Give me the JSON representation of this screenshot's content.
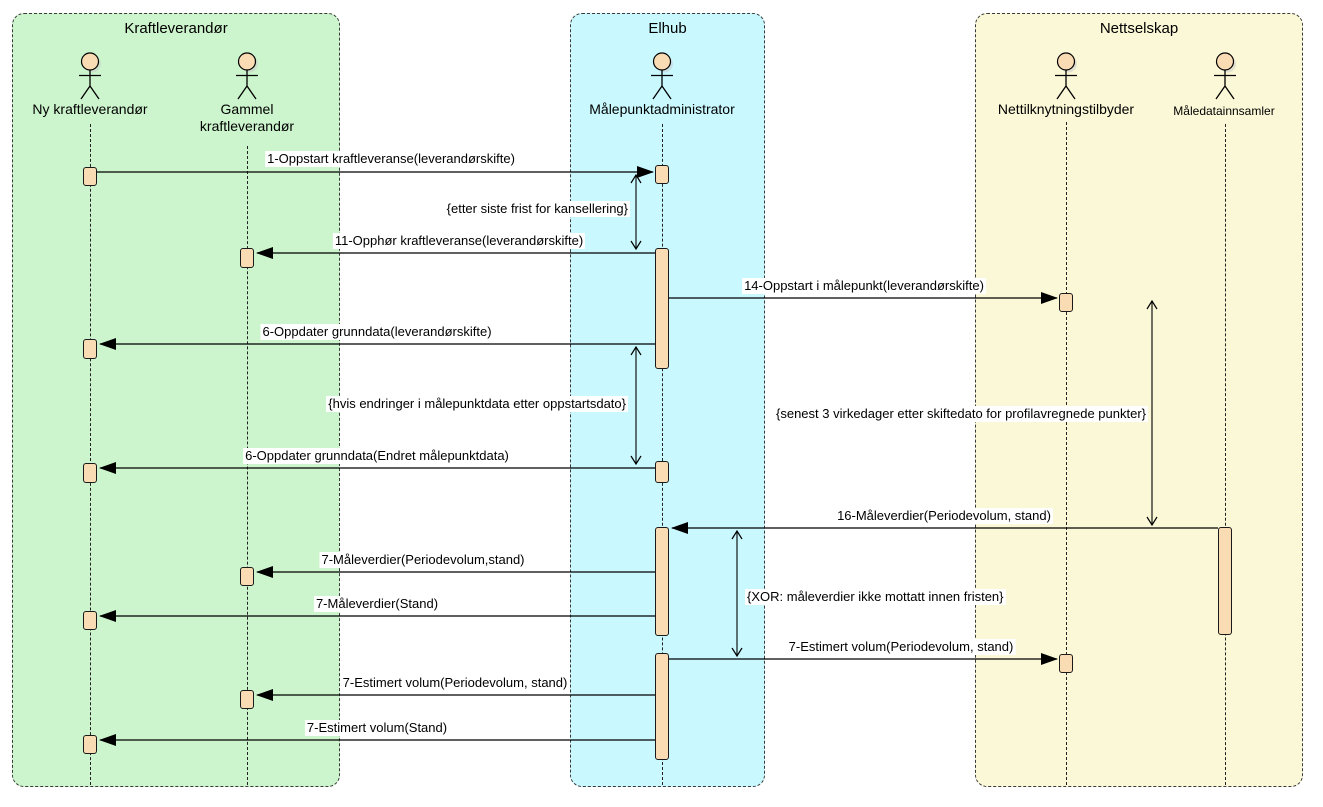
{
  "frames": [
    {
      "title": "Kraftleverandør",
      "fill": "#cdf5cd"
    },
    {
      "title": "Elhub",
      "fill": "#c9f9ff"
    },
    {
      "title": "Nettselskap",
      "fill": "#fbf8d7"
    }
  ],
  "actors": [
    {
      "id": "ny-kraftleverandor",
      "label": "Ny kraftleverandør"
    },
    {
      "id": "gammel-kraftleverandor",
      "label": "Gammel kraftleverandør"
    },
    {
      "id": "malepunktadministrator",
      "label": "Målepunktadministrator"
    },
    {
      "id": "nettilknytningstilbyder",
      "label": "Nettilknytningstilbyder"
    },
    {
      "id": "maledatainnsamler",
      "label": "Måledatainnsamler"
    }
  ],
  "messages": [
    {
      "label": "1-Oppstart kraftleveranse(leverandørskifte)",
      "from": "ny-kraftleverandor",
      "to": "malepunktadministrator"
    },
    {
      "label": "11-Opphør kraftleveranse(leverandørskifte)",
      "from": "malepunktadministrator",
      "to": "gammel-kraftleverandor"
    },
    {
      "label": "14-Oppstart i målepunkt(leverandørskifte)",
      "from": "malepunktadministrator",
      "to": "nettilknytningstilbyder"
    },
    {
      "label": "6-Oppdater grunndata(leverandørskifte)",
      "from": "malepunktadministrator",
      "to": "ny-kraftleverandor"
    },
    {
      "label": "6-Oppdater grunndata(Endret målepunktdata)",
      "from": "malepunktadministrator",
      "to": "ny-kraftleverandor"
    },
    {
      "label": "16-Måleverdier(Periodevolum, stand)",
      "from": "maledatainnsamler",
      "to": "malepunktadministrator"
    },
    {
      "label": "7-Måleverdier(Periodevolum,stand)",
      "from": "malepunktadministrator",
      "to": "gammel-kraftleverandor"
    },
    {
      "label": "7-Måleverdier(Stand)",
      "from": "malepunktadministrator",
      "to": "ny-kraftleverandor"
    },
    {
      "label": "7-Estimert volum(Periodevolum, stand)",
      "from": "malepunktadministrator",
      "to": "nettilknytningstilbyder"
    },
    {
      "label": "7-Estimert volum(Periodevolum, stand)",
      "from": "malepunktadministrator",
      "to": "gammel-kraftleverandor"
    },
    {
      "label": "7-Estimert volum(Stand)",
      "from": "malepunktadministrator",
      "to": "ny-kraftleverandor"
    }
  ],
  "constraints": [
    {
      "label": "{etter siste frist for kansellering}"
    },
    {
      "label": "{hvis endringer i målepunktdata etter oppstartsdato}"
    },
    {
      "label": "{senest 3 virkedager etter skiftedato for profilavregnede punkter}"
    },
    {
      "label": "{XOR: måleverdier ikke mottatt innen fristen}"
    }
  ],
  "colors": {
    "frame_green": "#cdf5cd",
    "frame_cyan": "#c9f9ff",
    "frame_yellow": "#fbf8d7",
    "activation_fill": "#fadcb4",
    "line": "#000000"
  }
}
